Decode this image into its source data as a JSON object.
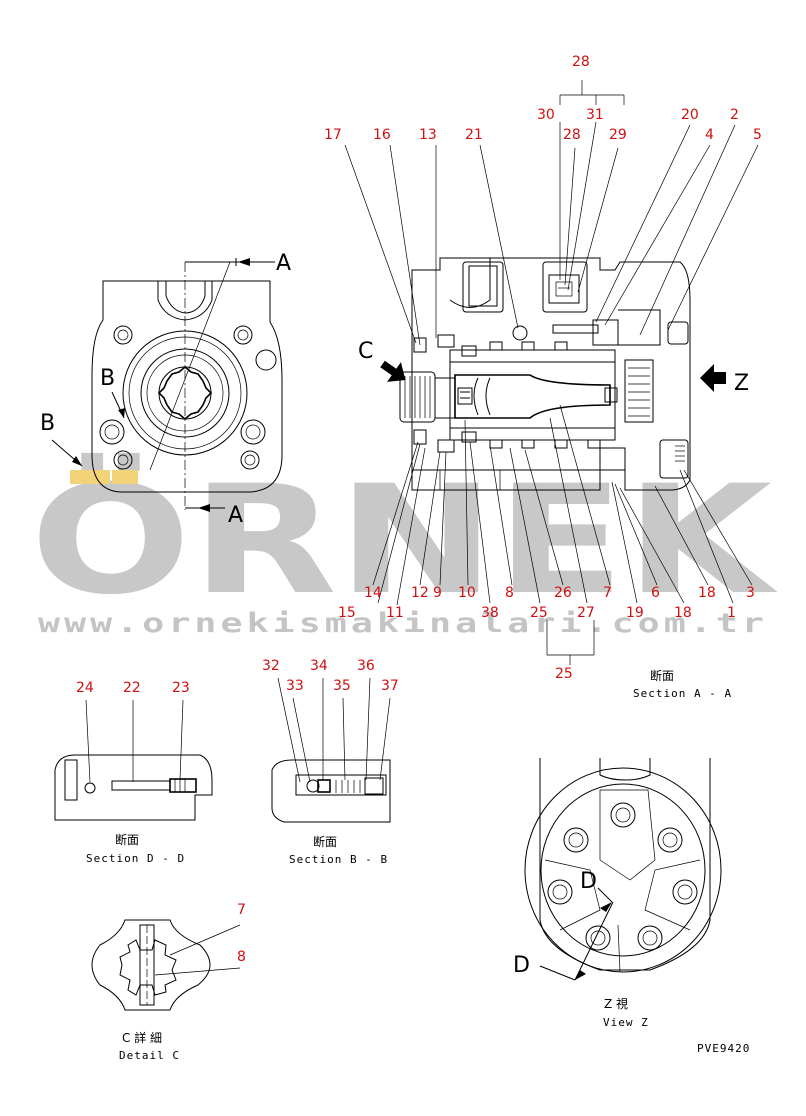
{
  "watermark": {
    "brand": "ÖRNEK",
    "url": "www.ornekismakinalari.com.tr",
    "brand_color": "#c8c8c8",
    "accent_color": "#f2d37a"
  },
  "label_color": "#d01010",
  "part_numbers": {
    "p1": "1",
    "p2": "2",
    "p3": "3",
    "p4": "4",
    "p5": "5",
    "p6": "6",
    "p7": "7",
    "p8": "8",
    "p9": "9",
    "p10": "10",
    "p11": "11",
    "p12": "12",
    "p13": "13",
    "p14": "14",
    "p15": "15",
    "p16": "16",
    "p17": "17",
    "p18": "18",
    "p18b": "18",
    "p19": "19",
    "p20": "20",
    "p21": "21",
    "p22": "22",
    "p23": "23",
    "p24": "24",
    "p25": "25",
    "p25b": "25",
    "p26": "26",
    "p27": "27",
    "p28": "28",
    "p28b": "28",
    "p29": "29",
    "p30": "30",
    "p31": "31",
    "p32": "32",
    "p33": "33",
    "p34": "34",
    "p35": "35",
    "p36": "36",
    "p37": "37",
    "p38": "38",
    "p7c": "7",
    "p8c": "8"
  },
  "view_marks": {
    "a_top": "A",
    "a_bottom": "A",
    "b_left": "B",
    "b_inner": "B",
    "c": "C",
    "z": "Z",
    "d_top": "D",
    "d_bottom": "D"
  },
  "captions": {
    "section_aa_jp": "断面",
    "section_aa": "Section A - A",
    "section_dd_jp": "断面",
    "section_dd": "Section D - D",
    "section_bb_jp": "断面",
    "section_bb": "Section B - B",
    "detail_c_jp": "C 詳 細",
    "detail_c": "Detail C",
    "view_z_jp": "Z 視",
    "view_z": "View Z"
  },
  "drawing_code": "PVE9420",
  "icons": {
    "arrow_c": "arrow-c-icon",
    "arrow_z": "arrow-z-icon"
  }
}
